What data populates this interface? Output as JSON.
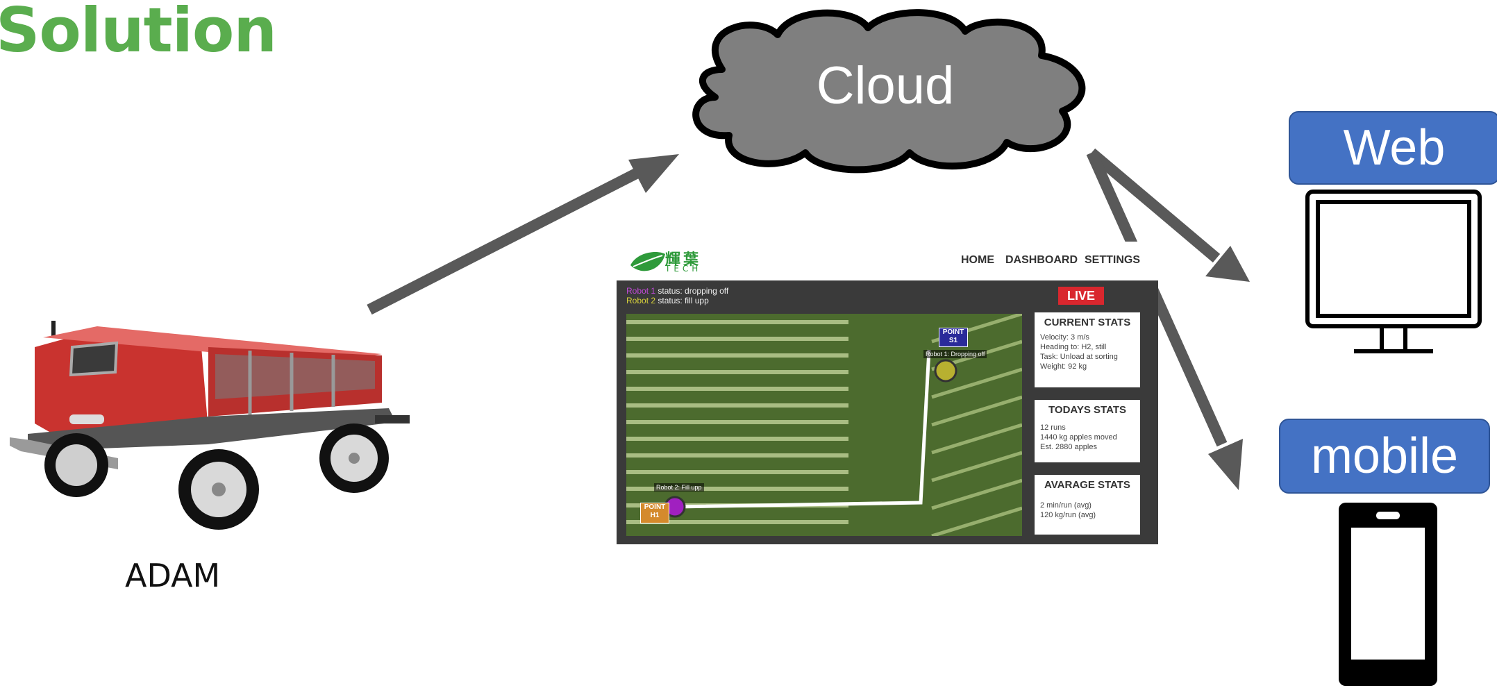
{
  "title": "Solution",
  "robot": {
    "name": "ADAM"
  },
  "cloud": {
    "label": "Cloud"
  },
  "clients": {
    "web": "Web",
    "mobile": "mobile"
  },
  "dashboard": {
    "brand": "輝葉",
    "brand_sub": "TECH",
    "nav": [
      "HOME",
      "DASHBOARD",
      "SETTINGS"
    ],
    "status": [
      {
        "robot": "Robot 1",
        "text": " status: dropping off"
      },
      {
        "robot": "Robot 2",
        "text": " status: fill upp"
      }
    ],
    "live_badge": "LIVE",
    "map": {
      "point_s1": [
        "POINT",
        "S1"
      ],
      "point_h1": [
        "POINT",
        "H1"
      ],
      "robot1_label": "Robot 1: Dropping off",
      "robot2_label": "Robot 2: Fill upp"
    },
    "current_stats": {
      "title": "CURRENT STATS",
      "lines": [
        "Velocity: 3 m/s",
        "Heading to: H2, still",
        "Task: Unload at sorting",
        "Weight: 92 kg"
      ]
    },
    "todays_stats": {
      "title": "TODAYS STATS",
      "lines": [
        "12 runs",
        "1440 kg apples moved",
        "Est. 2880 apples"
      ]
    },
    "avarage_stats": {
      "title": "AVARAGE STATS",
      "lines": [
        "2 min/run (avg)",
        "120 kg/run (avg)"
      ]
    }
  },
  "colors": {
    "title_green": "#5aad4e",
    "cloud_fill": "#7f7f7f",
    "arrow": "#595959",
    "client_box": "#4472c4",
    "robot_body": "#d9413f"
  }
}
